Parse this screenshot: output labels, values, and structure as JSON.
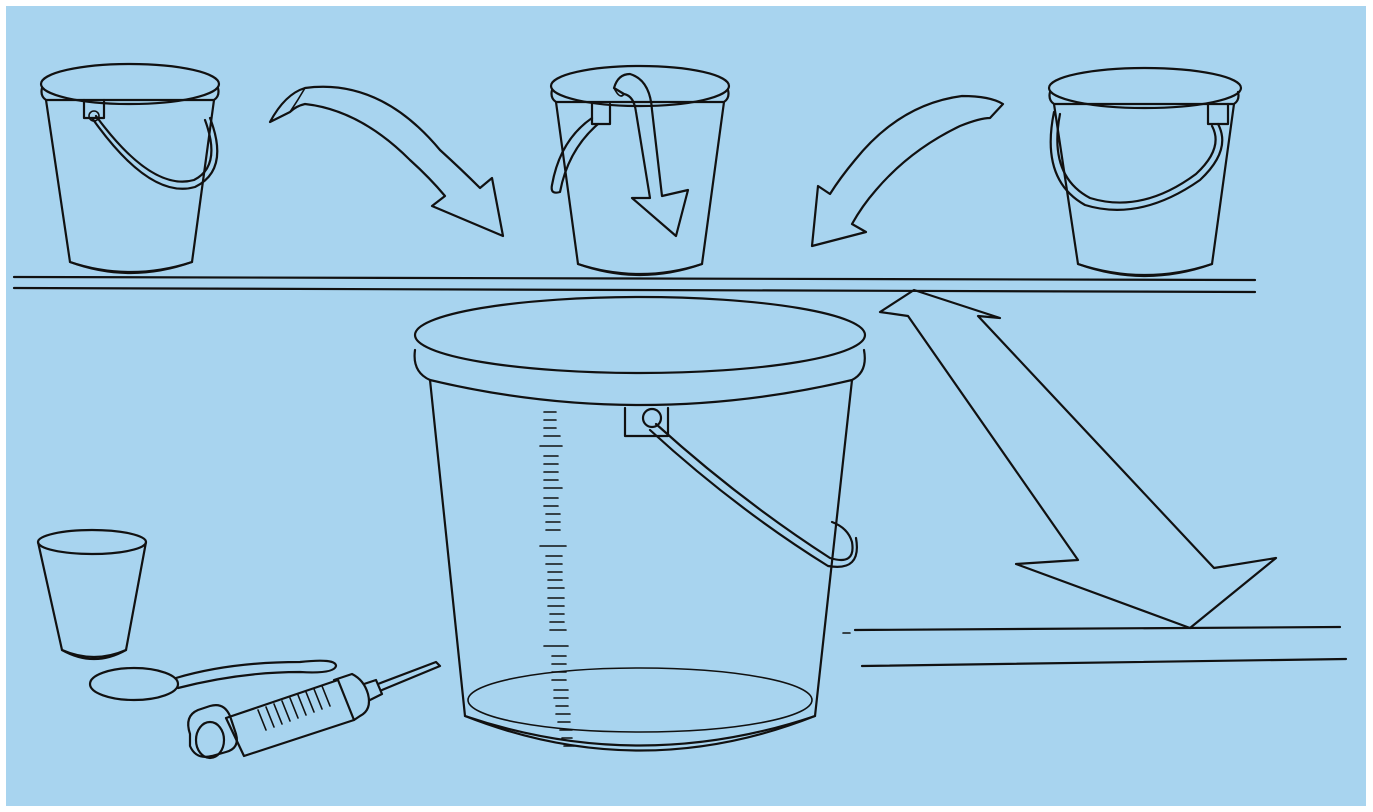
{
  "illustration": {
    "background_color": "#a8d4ef",
    "frame_color": "#ffffff",
    "ink_color": "#111111",
    "objects": [
      "small-bucket-left",
      "small-bucket-middle",
      "small-bucket-right",
      "large-measuring-bucket",
      "drinking-cup",
      "spoon",
      "syringe",
      "shelf-top",
      "shelf-bottom-right",
      "arrow-left-to-middle",
      "arrow-middle-down",
      "arrow-right-to-middle",
      "double-arrow-shelf"
    ]
  }
}
